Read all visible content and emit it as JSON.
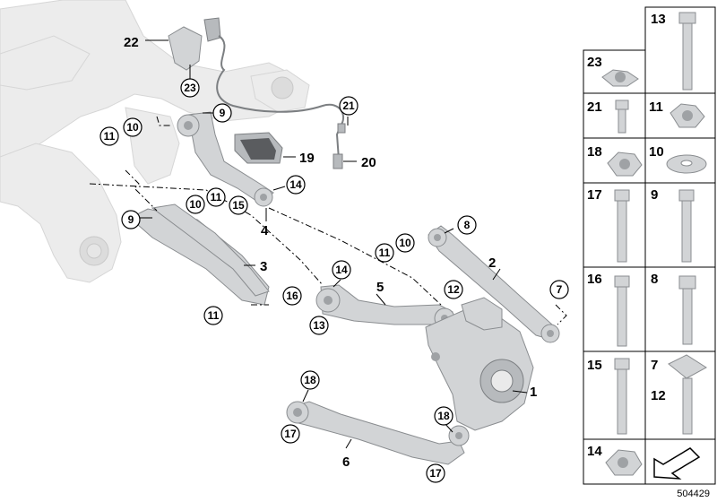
{
  "diagram": {
    "id_number": "504429",
    "callouts": {
      "c1": "1",
      "c2": "2",
      "c3": "3",
      "c4": "4",
      "c5": "5",
      "c6": "6",
      "c8": "8",
      "c9a": "9",
      "c9b": "9",
      "c10a": "10",
      "c10b": "10",
      "c10c": "10",
      "c11a": "11",
      "c11b": "11",
      "c11c": "11",
      "c11d": "11",
      "c12": "12",
      "c13": "13",
      "c14a": "14",
      "c14b": "14",
      "c15": "15",
      "c16": "16",
      "c17a": "17",
      "c17b": "17",
      "c18a": "18",
      "c18b": "18",
      "c19": "19",
      "c20": "20",
      "c21": "21",
      "c22": "22",
      "c23": "23",
      "c7": "7"
    },
    "panel": {
      "cells": [
        "13",
        "23",
        "21",
        "11",
        "18",
        "10",
        "17",
        "9",
        "16",
        "8",
        "15",
        "7",
        "12",
        "14"
      ]
    },
    "colors": {
      "part": "#d2d4d6",
      "frame": "#ececec",
      "ink": "#000000"
    }
  }
}
